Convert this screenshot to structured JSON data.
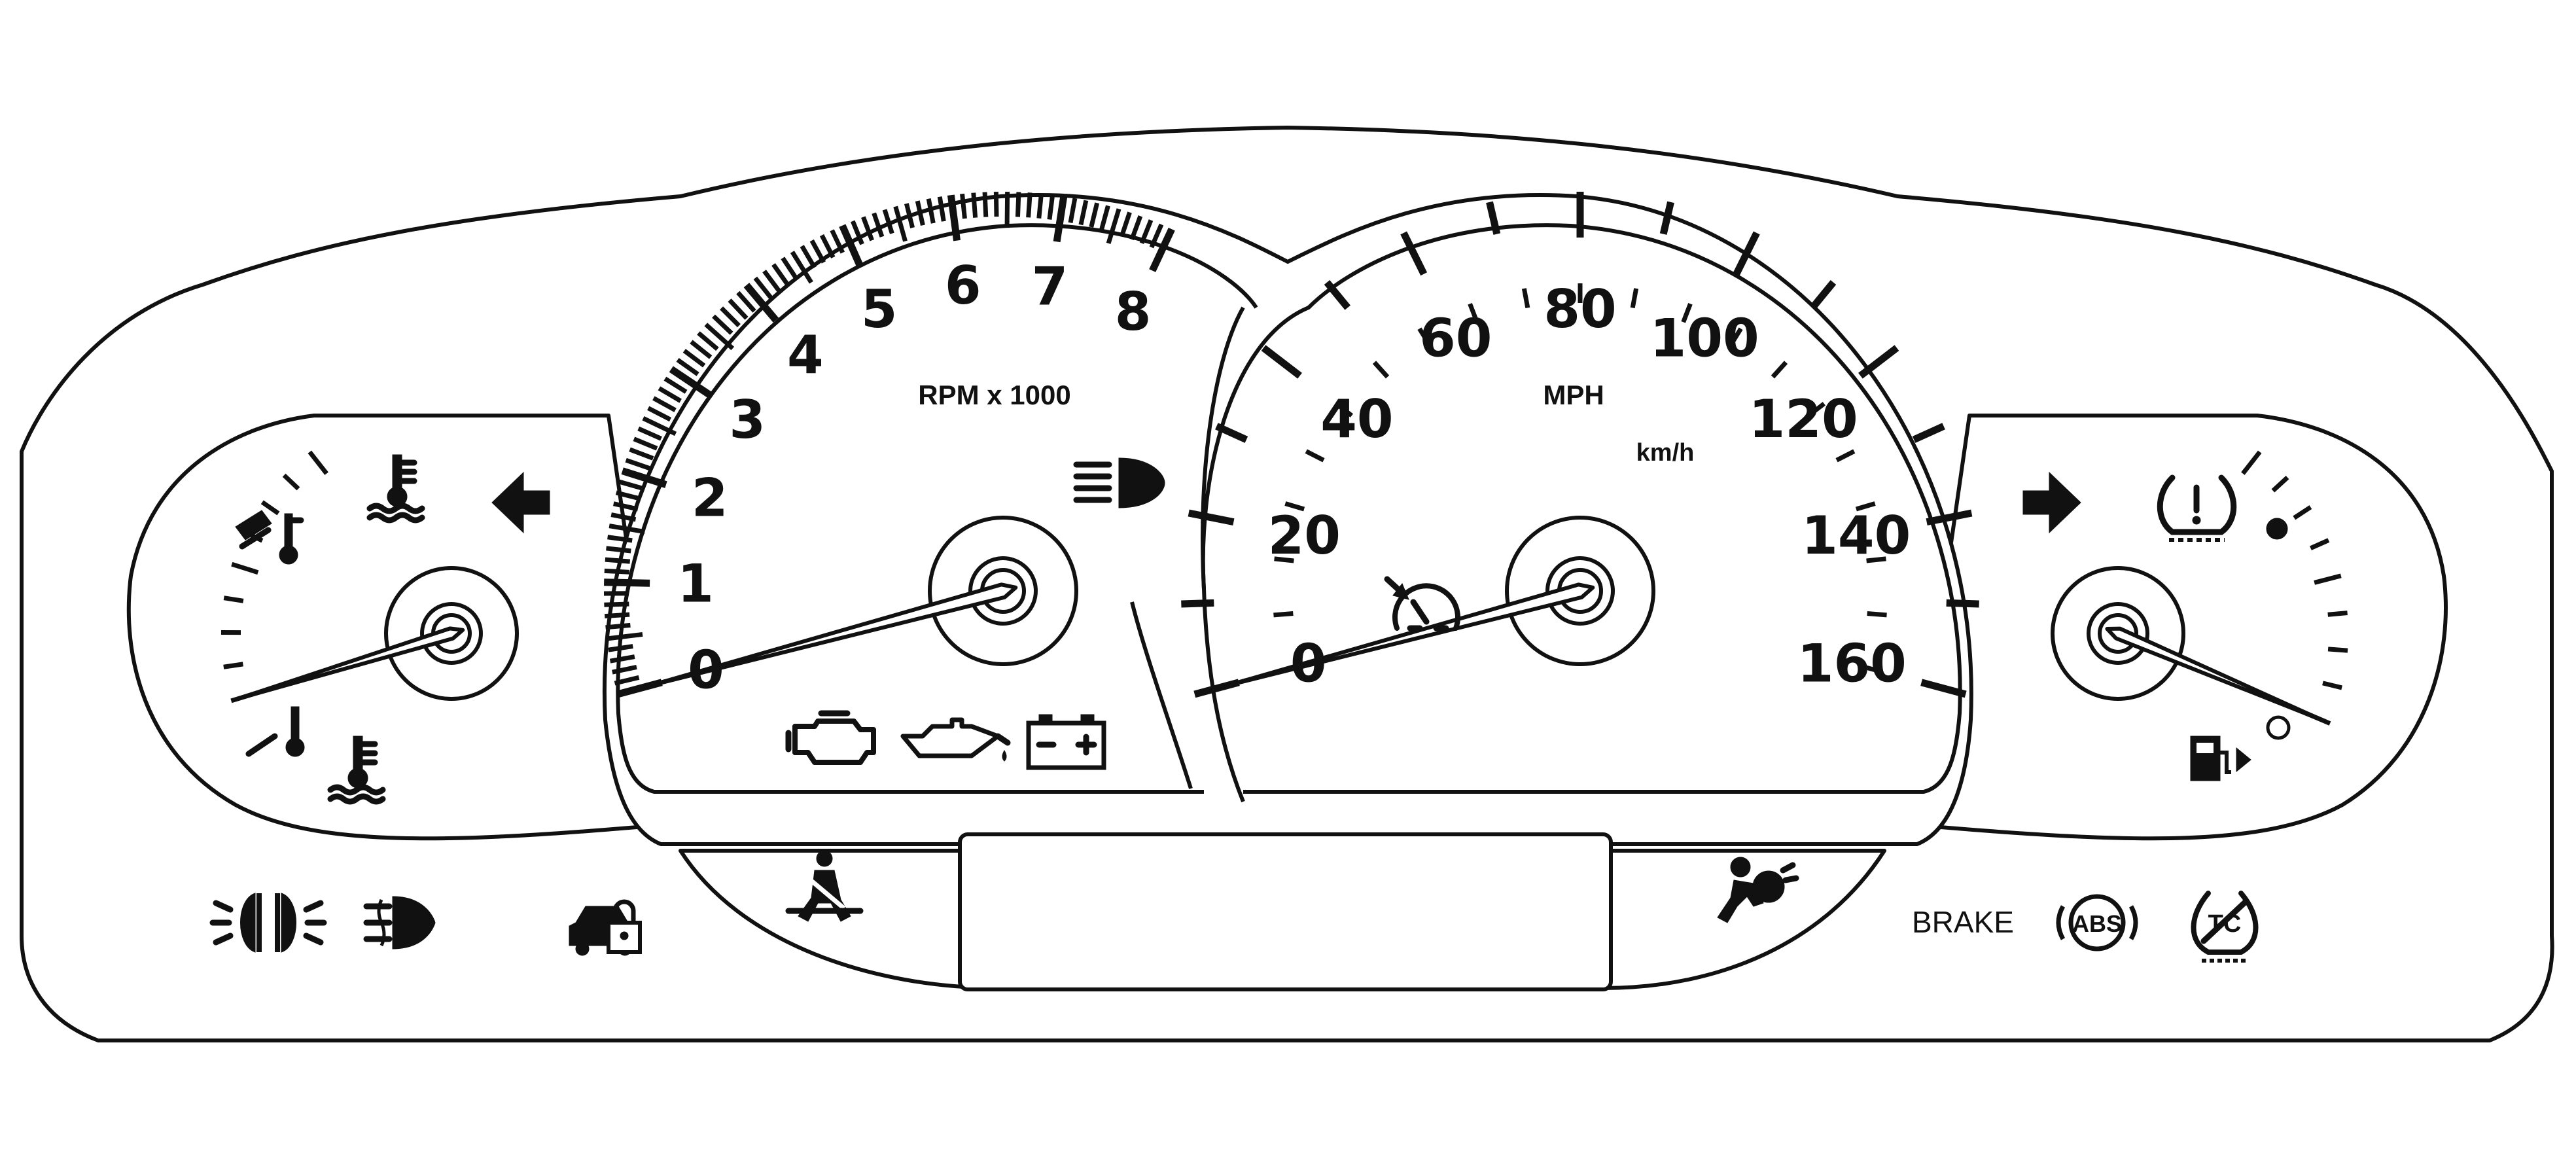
{
  "tachometer": {
    "unit_label": "RPM x 1000",
    "ticks": [
      "0",
      "1",
      "2",
      "3",
      "4",
      "5",
      "6",
      "7",
      "8"
    ],
    "needle_value": 0
  },
  "speedometer": {
    "unit_label": "MPH",
    "secondary_unit_label": "km/h",
    "ticks": [
      "0",
      "20",
      "40",
      "60",
      "80",
      "100",
      "120",
      "140",
      "160"
    ],
    "needle_value": 0
  },
  "temperature_gauge": {
    "needle_level": 0.0
  },
  "fuel_gauge": {
    "needle_level": 0.0
  },
  "indicators": {
    "brake_label": "BRAKE",
    "abs_label": "ABS",
    "tc_label": "TC"
  },
  "icons": [
    "oil-temperature-icon",
    "coolant-temperature-icon",
    "left-turn-arrow-icon",
    "high-beam-headlamp-icon",
    "check-engine-icon",
    "oil-pressure-icon",
    "battery-icon",
    "cruise-control-icon",
    "right-turn-arrow-icon",
    "tire-pressure-icon",
    "fuel-pump-icon",
    "parking-lamps-icon",
    "fog-lamp-icon",
    "security-lock-icon",
    "seatbelt-icon",
    "airbag-icon",
    "abs-icon",
    "traction-control-icon"
  ],
  "colors": {
    "outline": "#111111",
    "background": "#ffffff"
  }
}
